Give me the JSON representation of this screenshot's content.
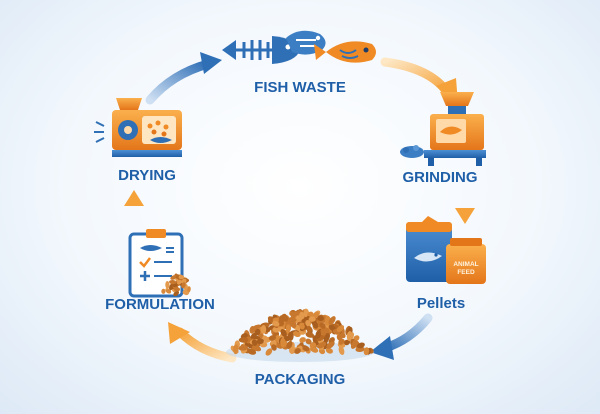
{
  "stages": [
    {
      "label": "FISH WASTE",
      "icon": "fish-skeleton-icon"
    },
    {
      "label": "GRINDING",
      "icon": "grinder-machine-icon"
    },
    {
      "label": "Pellets",
      "icon": "feed-bags-icon"
    },
    {
      "label": "PACKAGING",
      "icon": "pellet-pile-icon"
    },
    {
      "label": "FORMULATION",
      "icon": "clipboard-recipe-icon"
    },
    {
      "label": "DRYING",
      "icon": "dryer-machine-icon"
    }
  ],
  "feed_bag": {
    "line1": "ANIMAL",
    "line2": "FEED"
  },
  "colors": {
    "label": "#1f5fa8",
    "orange": "#f08a24",
    "blue": "#2f6fb6",
    "background": "#eaf2fb"
  }
}
